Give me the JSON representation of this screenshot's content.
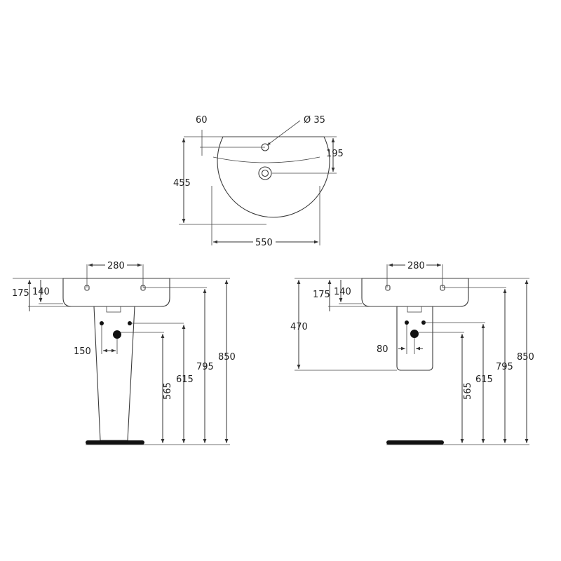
{
  "top_view": {
    "width_label": "550",
    "depth_label": "455",
    "hole_offset_label": "60",
    "hole_diameter_label": "Ø 35",
    "overflow_offset_label": "195"
  },
  "pedestal_view": {
    "tap_spacing_label": "280",
    "rim_175_label": "175",
    "rim_140_label": "140",
    "waste_offset_label": "150",
    "h565_label": "565",
    "h615_label": "615",
    "h795_label": "795",
    "h850_label": "850"
  },
  "semi_pedestal_view": {
    "tap_spacing_label": "280",
    "rim_175_label": "175",
    "rim_140_label": "140",
    "h470_label": "470",
    "waste_offset_label": "80",
    "h565_label": "565",
    "h615_label": "615",
    "h795_label": "795",
    "h850_label": "850"
  }
}
